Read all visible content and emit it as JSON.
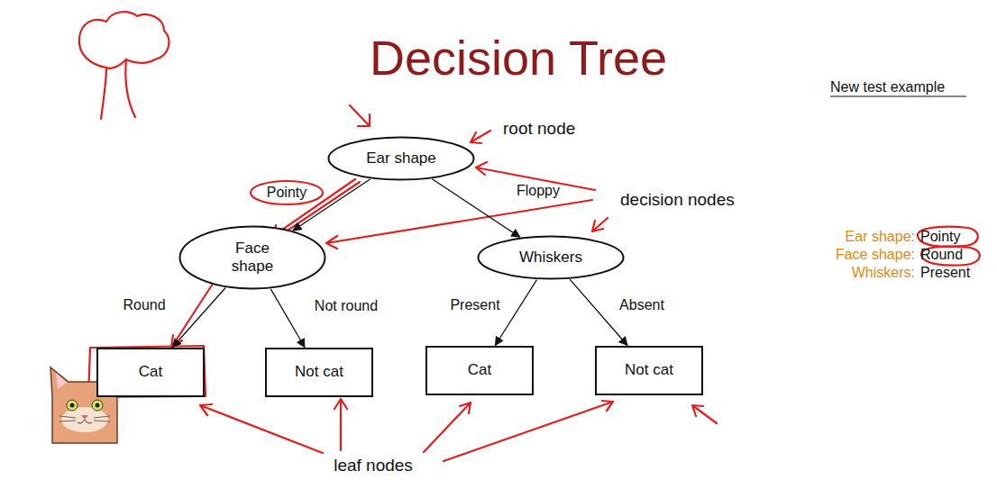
{
  "diagram": {
    "title": "Decision Tree",
    "nodes": [
      {
        "text": [
          "Ear shape"
        ]
      },
      {
        "text": [
          "Face shape"
        ]
      },
      {
        "text": [
          "Whiskers"
        ]
      },
      {
        "text": [
          "Cat"
        ]
      },
      {
        "text": [
          "Not cat"
        ]
      },
      {
        "text": [
          "Cat"
        ]
      },
      {
        "text": [
          "Not cat"
        ]
      }
    ],
    "edges": [
      {
        "from": 0,
        "to": 1,
        "label": "Pointy",
        "arrow": "to"
      },
      {
        "from": 0,
        "to": 2,
        "label": "Floppy",
        "arrow": "to"
      },
      {
        "from": 1,
        "to": 3,
        "label": "Round",
        "arrow": "to"
      },
      {
        "from": 1,
        "to": 4,
        "label": "Not round",
        "arrow": "to"
      },
      {
        "from": 2,
        "to": 5,
        "label": "Present",
        "arrow": "to"
      },
      {
        "from": 2,
        "to": 6,
        "label": "Absent",
        "arrow": "to"
      }
    ],
    "labels": [
      "root node",
      "decision nodes",
      "leaf nodes",
      "New test example",
      "Ear shape:",
      "Pointy",
      "Face shape:",
      "Round",
      "Whiskers:",
      "Present"
    ]
  }
}
